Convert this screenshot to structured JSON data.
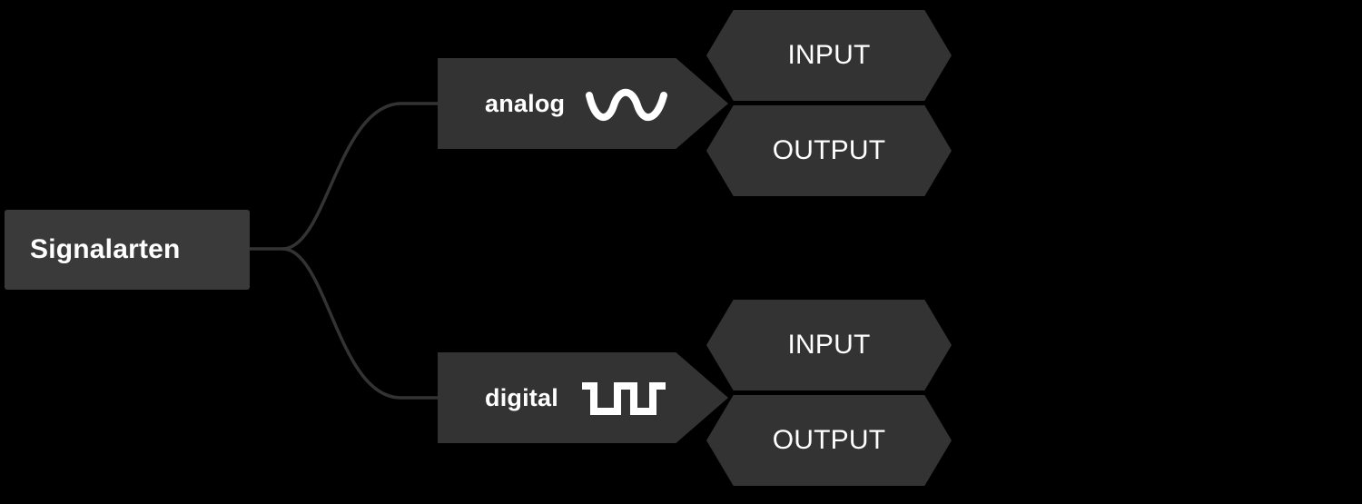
{
  "diagram": {
    "type": "mindmap",
    "background_color": "#000000",
    "node_color": "#333333",
    "root_node_color": "#3a3a3a",
    "text_color": "#ffffff",
    "connector_color": "#333333",
    "root": {
      "label": "Signalarten"
    },
    "branches": [
      {
        "id": "analog",
        "label": "analog",
        "icon": "sine-wave-icon",
        "leaves": [
          {
            "id": "analog-input",
            "label": "INPUT"
          },
          {
            "id": "analog-output",
            "label": "OUTPUT"
          }
        ]
      },
      {
        "id": "digital",
        "label": "digital",
        "icon": "square-wave-icon",
        "leaves": [
          {
            "id": "digital-input",
            "label": "INPUT"
          },
          {
            "id": "digital-output",
            "label": "OUTPUT"
          }
        ]
      }
    ]
  }
}
